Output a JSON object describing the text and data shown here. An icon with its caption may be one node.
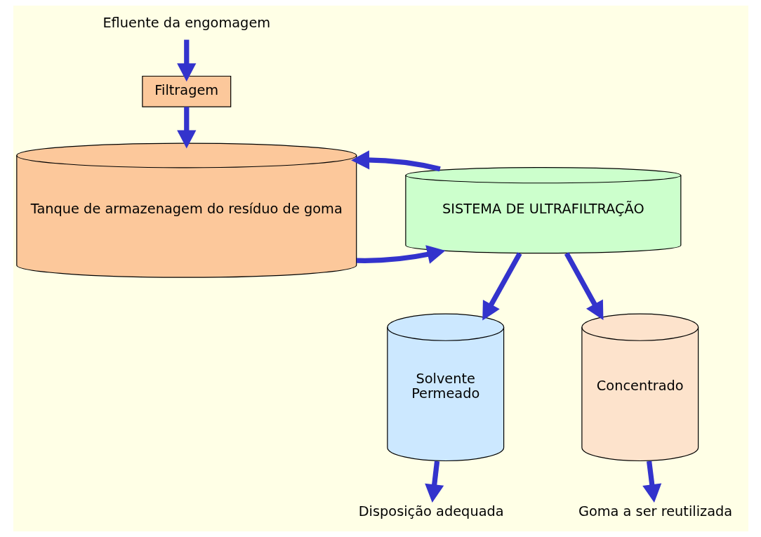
{
  "diagram": {
    "nodes": [
      {
        "text": [
          "Efluente da engomagem"
        ]
      },
      {
        "text": [
          "Filtragem"
        ]
      },
      {
        "text": [
          "Tanque de armazenagem do resíduo de goma"
        ]
      },
      {
        "text": [
          "SISTEMA DE ULTRAFILTRAÇÃO"
        ]
      },
      {
        "text": [
          "Solvente",
          "Permeado"
        ]
      },
      {
        "text": [
          "Concentrado"
        ]
      },
      {
        "text": [
          "Disposição adequada"
        ]
      },
      {
        "text": [
          "Goma a ser reutilizada"
        ]
      }
    ],
    "edges": [
      {
        "from": 0,
        "to": 1,
        "arrow": "to"
      },
      {
        "from": 1,
        "to": 2,
        "arrow": "to"
      },
      {
        "from": 2,
        "to": 3,
        "arrow": "to"
      },
      {
        "from": 3,
        "to": 2,
        "arrow": "to"
      },
      {
        "from": 3,
        "to": 4,
        "arrow": "to"
      },
      {
        "from": 3,
        "to": 5,
        "arrow": "to"
      },
      {
        "from": 4,
        "to": 6,
        "arrow": "to"
      },
      {
        "from": 5,
        "to": 7,
        "arrow": "to"
      }
    ]
  }
}
